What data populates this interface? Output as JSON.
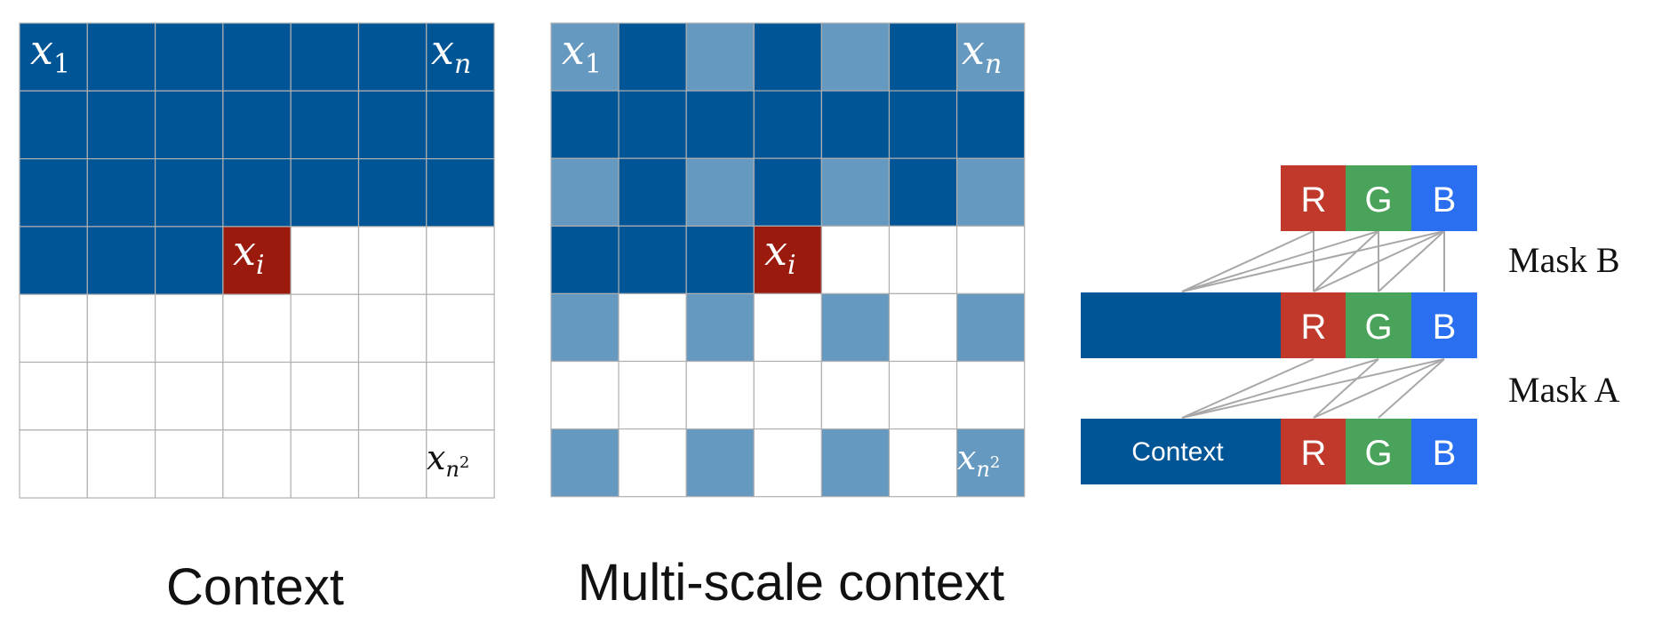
{
  "colors": {
    "dark_blue": "#005596",
    "light_blue": "#6699bf",
    "red_cell": "#9b1a0e",
    "r_block": "#c0392b",
    "g_block": "#4aa35a",
    "b_block": "#2a6ff0",
    "grid_line": "#b0b0b0",
    "connector": "#a8a8a8"
  },
  "context_panel": {
    "caption": "Context",
    "grid_size": 7,
    "cells": [
      "DDDDDDD",
      "DDDDDDD",
      "DDDDDDD",
      "DDDRWWW",
      "WWWWWWW",
      "WWWWWWW",
      "WWWWWWW"
    ],
    "labels": {
      "first": "x1",
      "nth": "xn",
      "current": "xi",
      "last": "xn²"
    }
  },
  "multiscale_panel": {
    "caption": "Multi-scale context",
    "grid_size": 7,
    "cells": [
      "LDLDLDL",
      "DDDDDDD",
      "LDLDLDL",
      "DDDRWWW",
      "LWLWLWL",
      "WWWWWWW",
      "LWLWLWL"
    ],
    "labels": {
      "first": "x1",
      "nth": "xn",
      "current": "xi",
      "last": "xn²"
    }
  },
  "masks_panel": {
    "mask_b_label": "Mask B",
    "mask_a_label": "Mask A",
    "top_row": {
      "blocks": [
        "R",
        "G",
        "B"
      ]
    },
    "middle_row": {
      "blocks": [
        "R",
        "G",
        "B"
      ]
    },
    "bottom_row": {
      "context_label": "Context",
      "blocks": [
        "R",
        "G",
        "B"
      ]
    }
  }
}
